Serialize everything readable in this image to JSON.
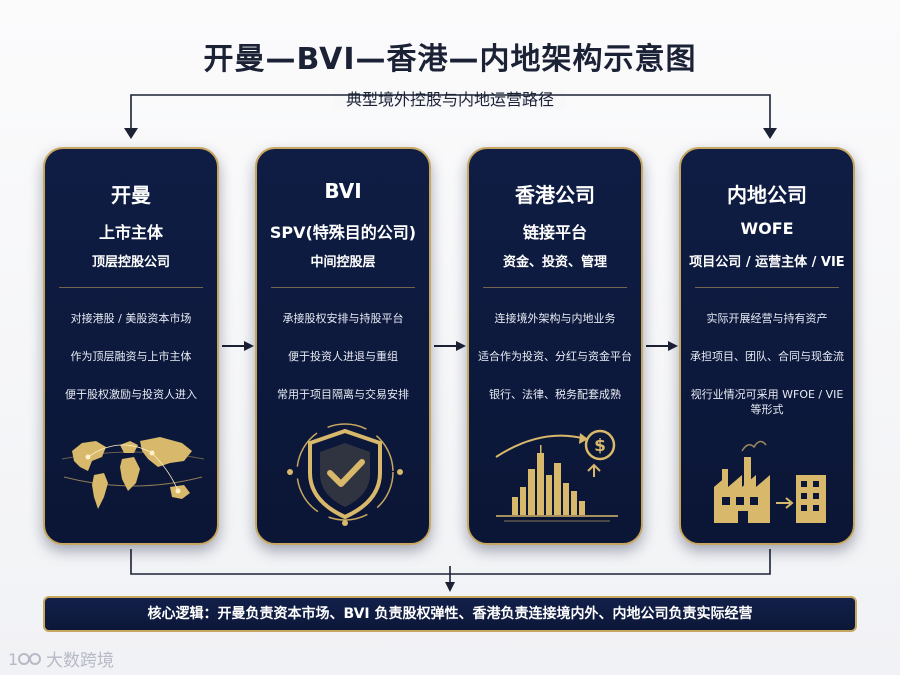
{
  "title": "开曼—BVI—香港—内地架构示意图",
  "subtitle": "典型境外控股与内地运营路径",
  "cards": [
    {
      "name": "开曼",
      "role": "上市主体",
      "desc": "顶层控股公司",
      "bullets": [
        "对接港股 / 美股资本市场",
        "作为顶层融资与上市主体",
        "便于股权激励与投资人进入"
      ],
      "icon": "world-map-icon"
    },
    {
      "name": "BVI",
      "role": "SPV(特殊目的公司)",
      "desc": "中间控股层",
      "bullets": [
        "承接股权安排与持股平台",
        "便于投资人进退与重组",
        "常用于项目隔离与交易安排"
      ],
      "icon": "shield-check-icon"
    },
    {
      "name": "香港公司",
      "role": "链接平台",
      "desc": "资金、投资、管理",
      "bullets": [
        "连接境外架构与内地业务",
        "适合作为投资、分红与资金平台",
        "银行、法律、税务配套成熟"
      ],
      "icon": "skyline-dollar-icon"
    },
    {
      "name": "内地公司",
      "role": "WOFE",
      "desc": "项目公司 / 运营主体 / VIE",
      "bullets": [
        "实际开展经营与持有资产",
        "承担项目、团队、合同与现金流",
        "视行业情况可采用 WFOE / VIE 等形式"
      ],
      "icon": "factory-building-icon"
    }
  ],
  "bottom_bar": "核心逻辑：开曼负责资本市场、BVI 负责股权弹性、香港负责连接境内外、内地公司负责实际经营",
  "watermark": "大数跨境",
  "colors": {
    "navy": "#0f1d44",
    "gold": "#c7a65f",
    "arrow": "#1c2236",
    "text_dark": "#1c2236"
  }
}
